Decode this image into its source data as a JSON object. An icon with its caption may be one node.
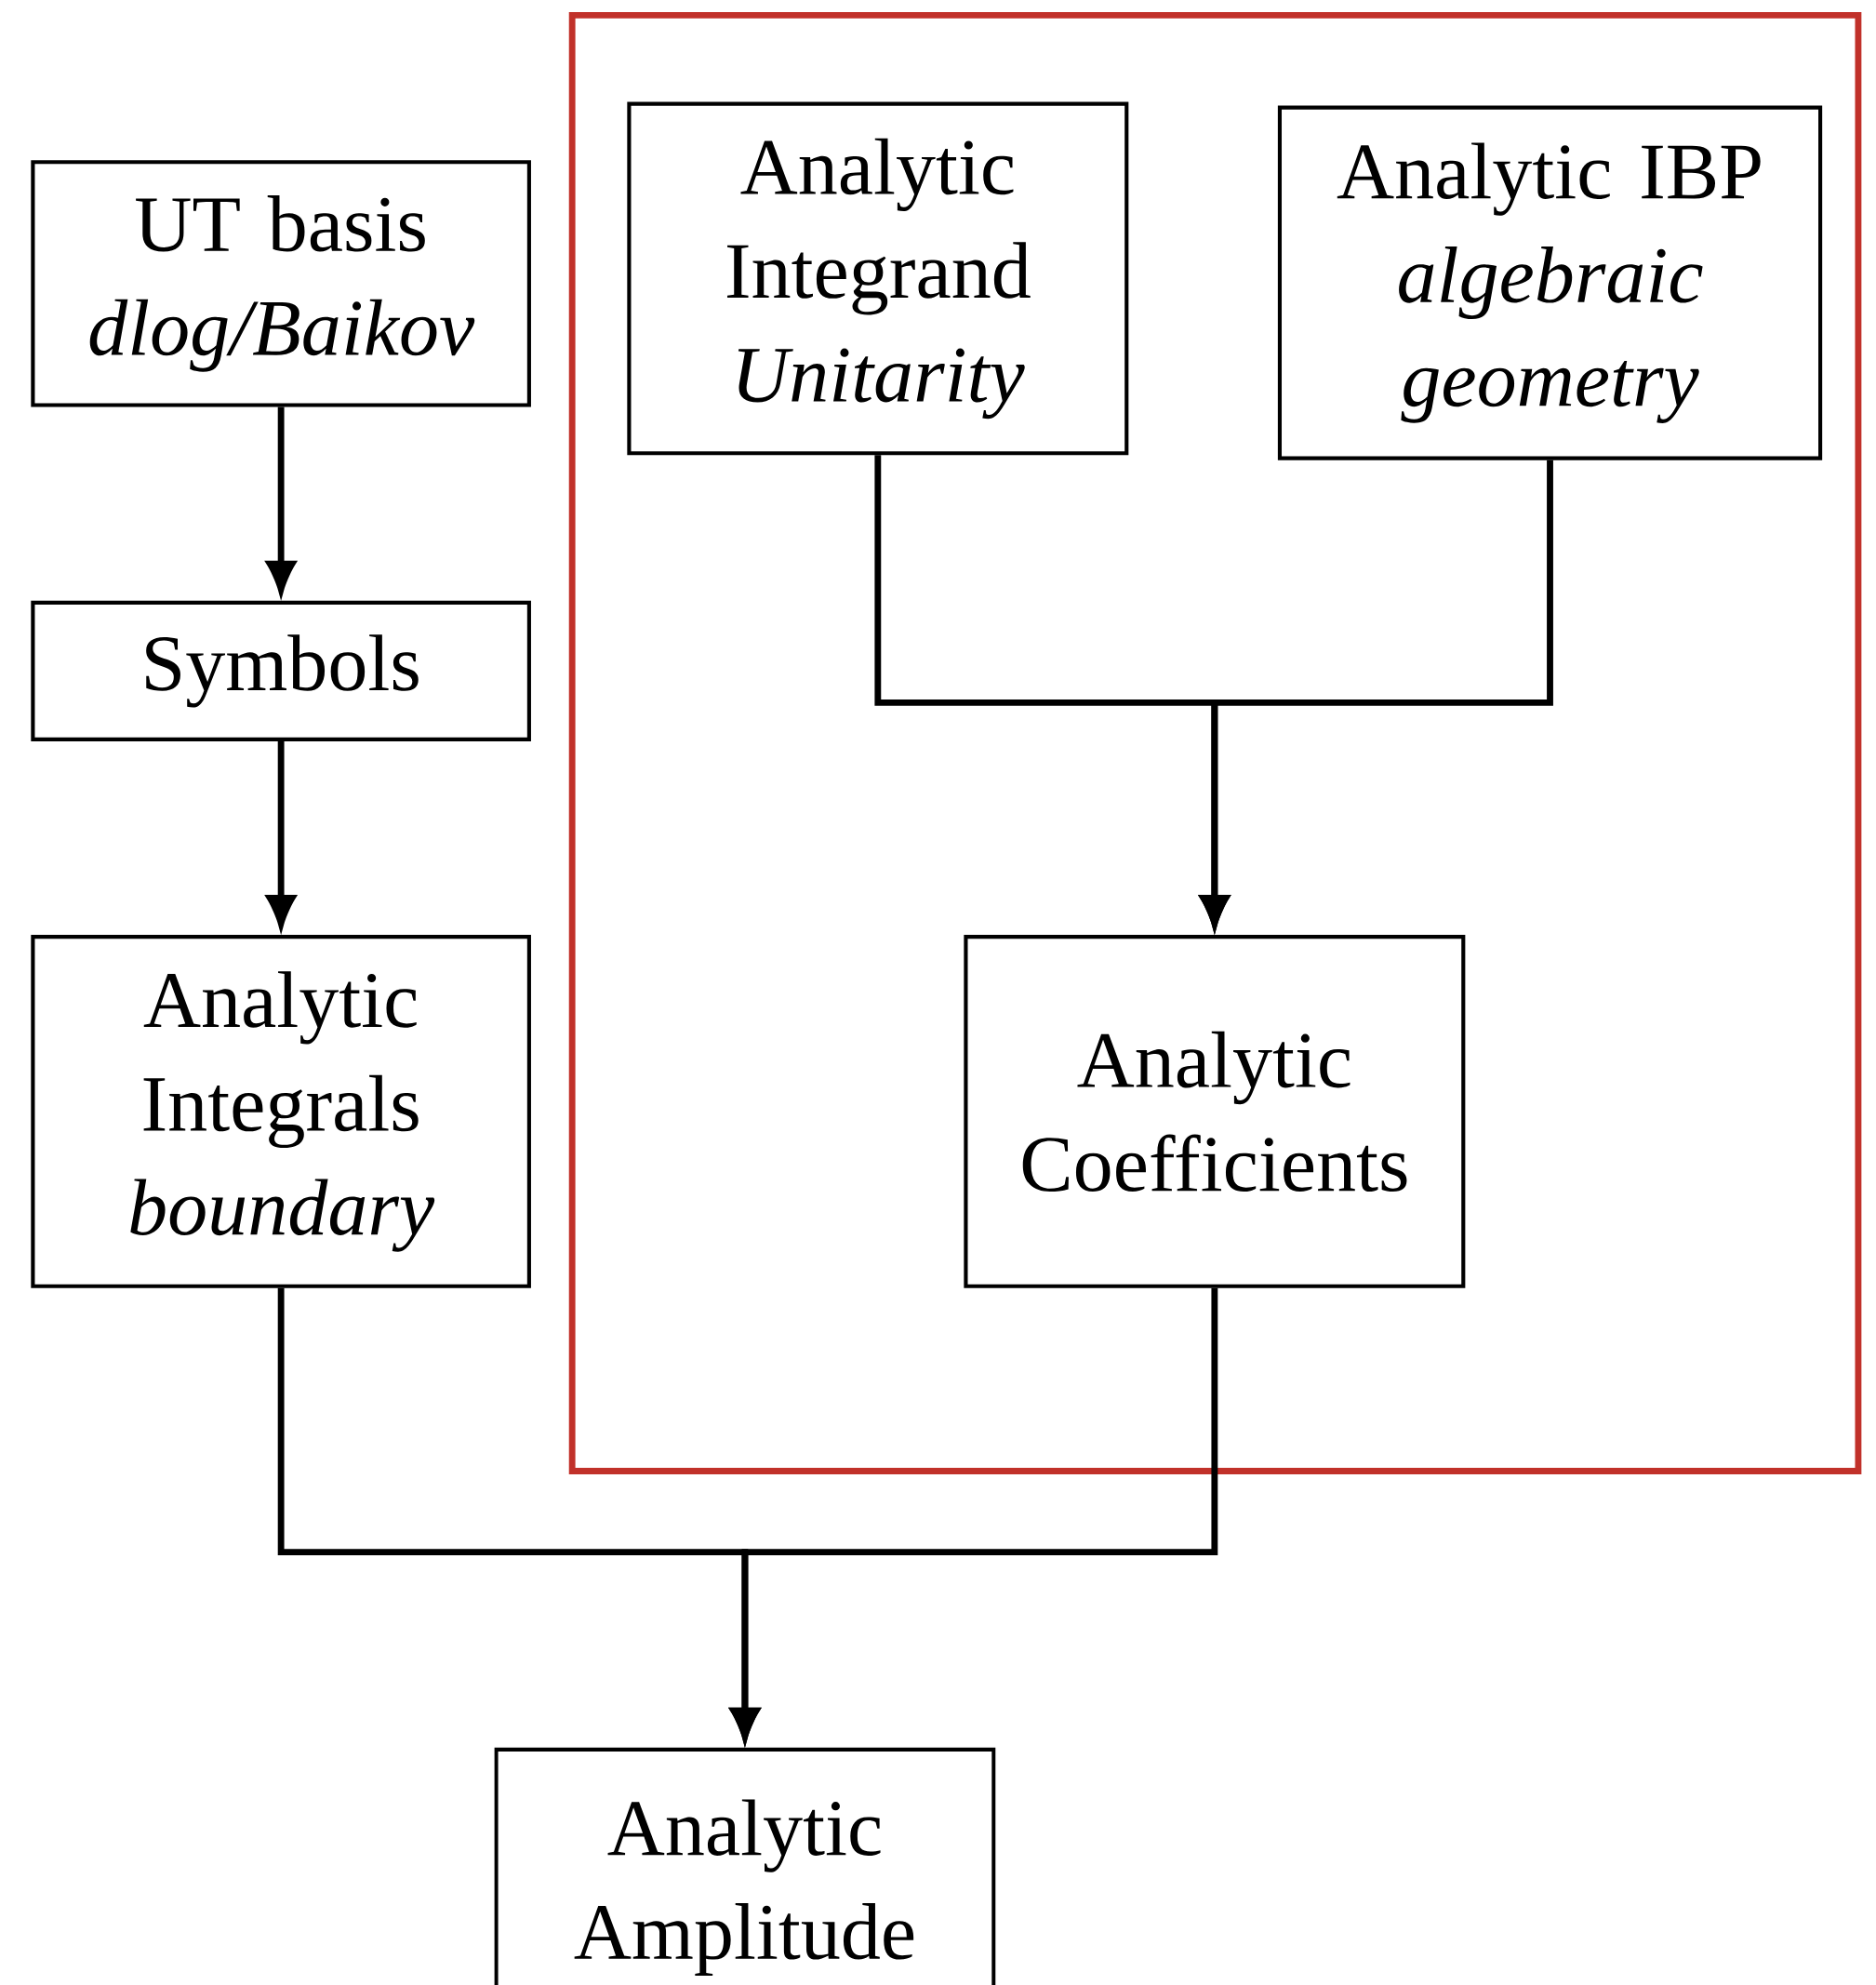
{
  "diagram": {
    "nodes": [
      {
        "text": [],
        "shape": "box"
      },
      {
        "text": [
          "UT basis",
          "dlog/Baikov"
        ]
      },
      {
        "text": [
          "Symbols"
        ]
      },
      {
        "text": [
          "Analytic Integrals",
          "boundary"
        ]
      },
      {
        "text": [
          "Analytic Integrand",
          "Unitarity"
        ],
        "in": 0
      },
      {
        "text": [
          "Analytic IBP",
          "algebraic geometry"
        ],
        "in": 0
      },
      {
        "text": [
          "Analytic Coefficients"
        ],
        "in": 0
      },
      {
        "text": [
          "Analytic Amplitude"
        ]
      }
    ],
    "edges": [
      {
        "from": 1,
        "to": 2,
        "arrow": "to"
      },
      {
        "from": 2,
        "to": 3,
        "arrow": "to"
      },
      {
        "from": 4,
        "to": 6,
        "arrow": "to"
      },
      {
        "from": 5,
        "to": 6,
        "arrow": "to"
      },
      {
        "from": 3,
        "to": 7,
        "arrow": "to"
      },
      {
        "from": 6,
        "to": 7,
        "arrow": "to"
      }
    ]
  }
}
